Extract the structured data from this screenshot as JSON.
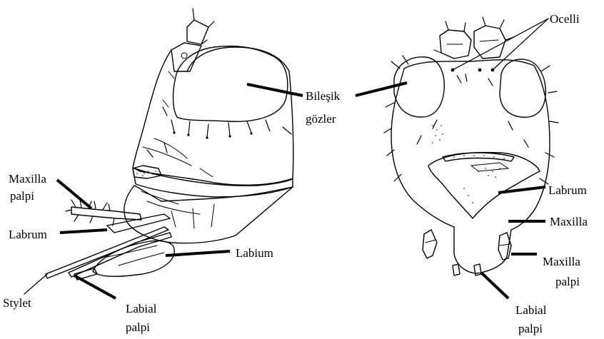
{
  "labels": {
    "ocelli": "Ocelli",
    "bilesik_line1": "Bileşik",
    "bilesik_line2": "gözler",
    "labrum_right": "Labrum",
    "maxilla_right": "Maxilla",
    "maxilla_palpi_right_1": "Maxilla",
    "maxilla_palpi_right_2": "palpi",
    "labial_palpi_right_1": "Labial",
    "labial_palpi_right_2": "palpi",
    "maxilla_palpi_left_1": "Maxilla",
    "maxilla_palpi_left_2": "palpi",
    "labrum_left": "Labrum",
    "labium": "Labium",
    "stylet": "Stylet",
    "labial_palpi_left_1": "Labial",
    "labial_palpi_left_2": "palpi"
  }
}
